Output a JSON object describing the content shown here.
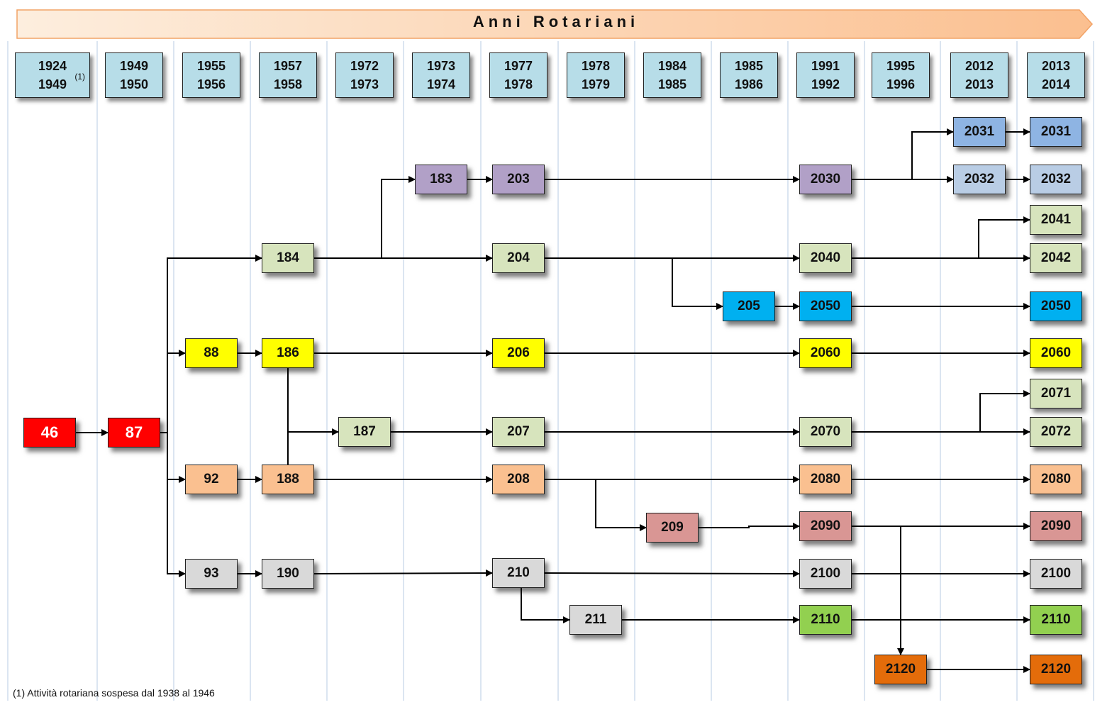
{
  "title": "Anni   Rotariani",
  "footnote": "(1) Attività rotariana sospesa dal 1938 al 1946",
  "colors": {
    "banner_start": "#fde9da",
    "banner_end": "#fbbf8f",
    "year_box": "#b7dde8",
    "red": "#ff0000",
    "purple": "#b1a0c7",
    "lightgreen": "#d7e4bd",
    "yellow": "#ffff00",
    "peach": "#fac090",
    "gray": "#d9d9d9",
    "blue": "#00b0f0",
    "pink": "#d99694",
    "green": "#92d050",
    "orange": "#e46c0a",
    "steelblue": "#8eb4e3",
    "paleblue": "#b9cde5"
  },
  "years": [
    {
      "from": "1924",
      "to": "1949",
      "note": "(1)"
    },
    {
      "from": "1949",
      "to": "1950"
    },
    {
      "from": "1955",
      "to": "1956"
    },
    {
      "from": "1957",
      "to": "1958"
    },
    {
      "from": "1972",
      "to": "1973"
    },
    {
      "from": "1973",
      "to": "1974"
    },
    {
      "from": "1977",
      "to": "1978"
    },
    {
      "from": "1978",
      "to": "1979"
    },
    {
      "from": "1984",
      "to": "1985"
    },
    {
      "from": "1985",
      "to": "1986"
    },
    {
      "from": "1991",
      "to": "1992"
    },
    {
      "from": "1995",
      "to": "1996"
    },
    {
      "from": "2012",
      "to": "2013"
    },
    {
      "from": "2013",
      "to": "2014"
    }
  ],
  "districts": [
    {
      "id": "46",
      "col": 0,
      "color": "red",
      "white": true
    },
    {
      "id": "87",
      "col": 1,
      "color": "red",
      "white": true
    },
    {
      "id": "88",
      "col": 2,
      "color": "yellow"
    },
    {
      "id": "92",
      "col": 2,
      "color": "peach"
    },
    {
      "id": "93",
      "col": 2,
      "color": "gray"
    },
    {
      "id": "184",
      "col": 3,
      "color": "lightgreen"
    },
    {
      "id": "186",
      "col": 3,
      "color": "yellow"
    },
    {
      "id": "188",
      "col": 3,
      "color": "peach"
    },
    {
      "id": "190",
      "col": 3,
      "color": "gray"
    },
    {
      "id": "187",
      "col": 4,
      "color": "lightgreen"
    },
    {
      "id": "183",
      "col": 5,
      "color": "purple"
    },
    {
      "id": "203",
      "col": 6,
      "color": "purple"
    },
    {
      "id": "204",
      "col": 6,
      "color": "lightgreen"
    },
    {
      "id": "206",
      "col": 6,
      "color": "yellow"
    },
    {
      "id": "207",
      "col": 6,
      "color": "lightgreen"
    },
    {
      "id": "208",
      "col": 6,
      "color": "peach"
    },
    {
      "id": "210",
      "col": 6,
      "color": "gray"
    },
    {
      "id": "211",
      "col": 7,
      "color": "gray"
    },
    {
      "id": "209",
      "col": 8,
      "color": "pink"
    },
    {
      "id": "205",
      "col": 9,
      "color": "blue"
    },
    {
      "id": "2030",
      "col": 10,
      "color": "purple"
    },
    {
      "id": "2040",
      "col": 10,
      "color": "lightgreen"
    },
    {
      "id": "2050",
      "col": 10,
      "color": "blue"
    },
    {
      "id": "2060",
      "col": 10,
      "color": "yellow"
    },
    {
      "id": "2070",
      "col": 10,
      "color": "lightgreen"
    },
    {
      "id": "2080",
      "col": 10,
      "color": "peach"
    },
    {
      "id": "2090",
      "col": 10,
      "color": "pink"
    },
    {
      "id": "2100",
      "col": 10,
      "color": "gray"
    },
    {
      "id": "2110",
      "col": 10,
      "color": "green"
    },
    {
      "id": "2120",
      "col": 11,
      "color": "orange"
    },
    {
      "id": "2031",
      "col": 12,
      "color": "steelblue"
    },
    {
      "id": "2032",
      "col": 12,
      "color": "paleblue"
    },
    {
      "id": "2031",
      "col": 13,
      "color": "steelblue"
    },
    {
      "id": "2032",
      "col": 13,
      "color": "paleblue"
    },
    {
      "id": "2041",
      "col": 13,
      "color": "lightgreen"
    },
    {
      "id": "2042",
      "col": 13,
      "color": "lightgreen"
    },
    {
      "id": "2050",
      "col": 13,
      "color": "blue"
    },
    {
      "id": "2060",
      "col": 13,
      "color": "yellow"
    },
    {
      "id": "2071",
      "col": 13,
      "color": "lightgreen"
    },
    {
      "id": "2072",
      "col": 13,
      "color": "lightgreen"
    },
    {
      "id": "2080",
      "col": 13,
      "color": "peach"
    },
    {
      "id": "2090",
      "col": 13,
      "color": "pink"
    },
    {
      "id": "2100",
      "col": 13,
      "color": "gray"
    },
    {
      "id": "2110",
      "col": 13,
      "color": "green"
    },
    {
      "id": "2120",
      "col": 13,
      "color": "orange"
    }
  ],
  "links": [
    [
      "46",
      "87"
    ],
    [
      "87",
      "184"
    ],
    [
      "87",
      "88"
    ],
    [
      "87",
      "92"
    ],
    [
      "87",
      "93"
    ],
    [
      "88",
      "186"
    ],
    [
      "92",
      "188"
    ],
    [
      "93",
      "190"
    ],
    [
      "184",
      "183"
    ],
    [
      "184",
      "204"
    ],
    [
      "186",
      "206"
    ],
    [
      "186",
      "187"
    ],
    [
      "188",
      "187"
    ],
    [
      "188",
      "208"
    ],
    [
      "190",
      "210"
    ],
    [
      "183",
      "203"
    ],
    [
      "187",
      "207"
    ],
    [
      "203",
      "2030"
    ],
    [
      "204",
      "2040"
    ],
    [
      "204",
      "205"
    ],
    [
      "206",
      "2060"
    ],
    [
      "207",
      "2070"
    ],
    [
      "208",
      "2080"
    ],
    [
      "208",
      "209"
    ],
    [
      "210",
      "2100"
    ],
    [
      "210",
      "211"
    ],
    [
      "205",
      "2050"
    ],
    [
      "209",
      "2090"
    ],
    [
      "211",
      "2110"
    ],
    [
      "2030",
      "2031"
    ],
    [
      "2030",
      "2032"
    ],
    [
      "2040",
      "2041"
    ],
    [
      "2040",
      "2042"
    ],
    [
      "2050",
      "2050"
    ],
    [
      "2060",
      "2060"
    ],
    [
      "2070",
      "2071"
    ],
    [
      "2070",
      "2072"
    ],
    [
      "2080",
      "2080"
    ],
    [
      "2090",
      "2090"
    ],
    [
      "2090",
      "2120"
    ],
    [
      "2100",
      "2100"
    ],
    [
      "2110",
      "2110"
    ],
    [
      "2120",
      "2120"
    ],
    [
      "2031",
      "2031"
    ],
    [
      "2032",
      "2032"
    ]
  ]
}
